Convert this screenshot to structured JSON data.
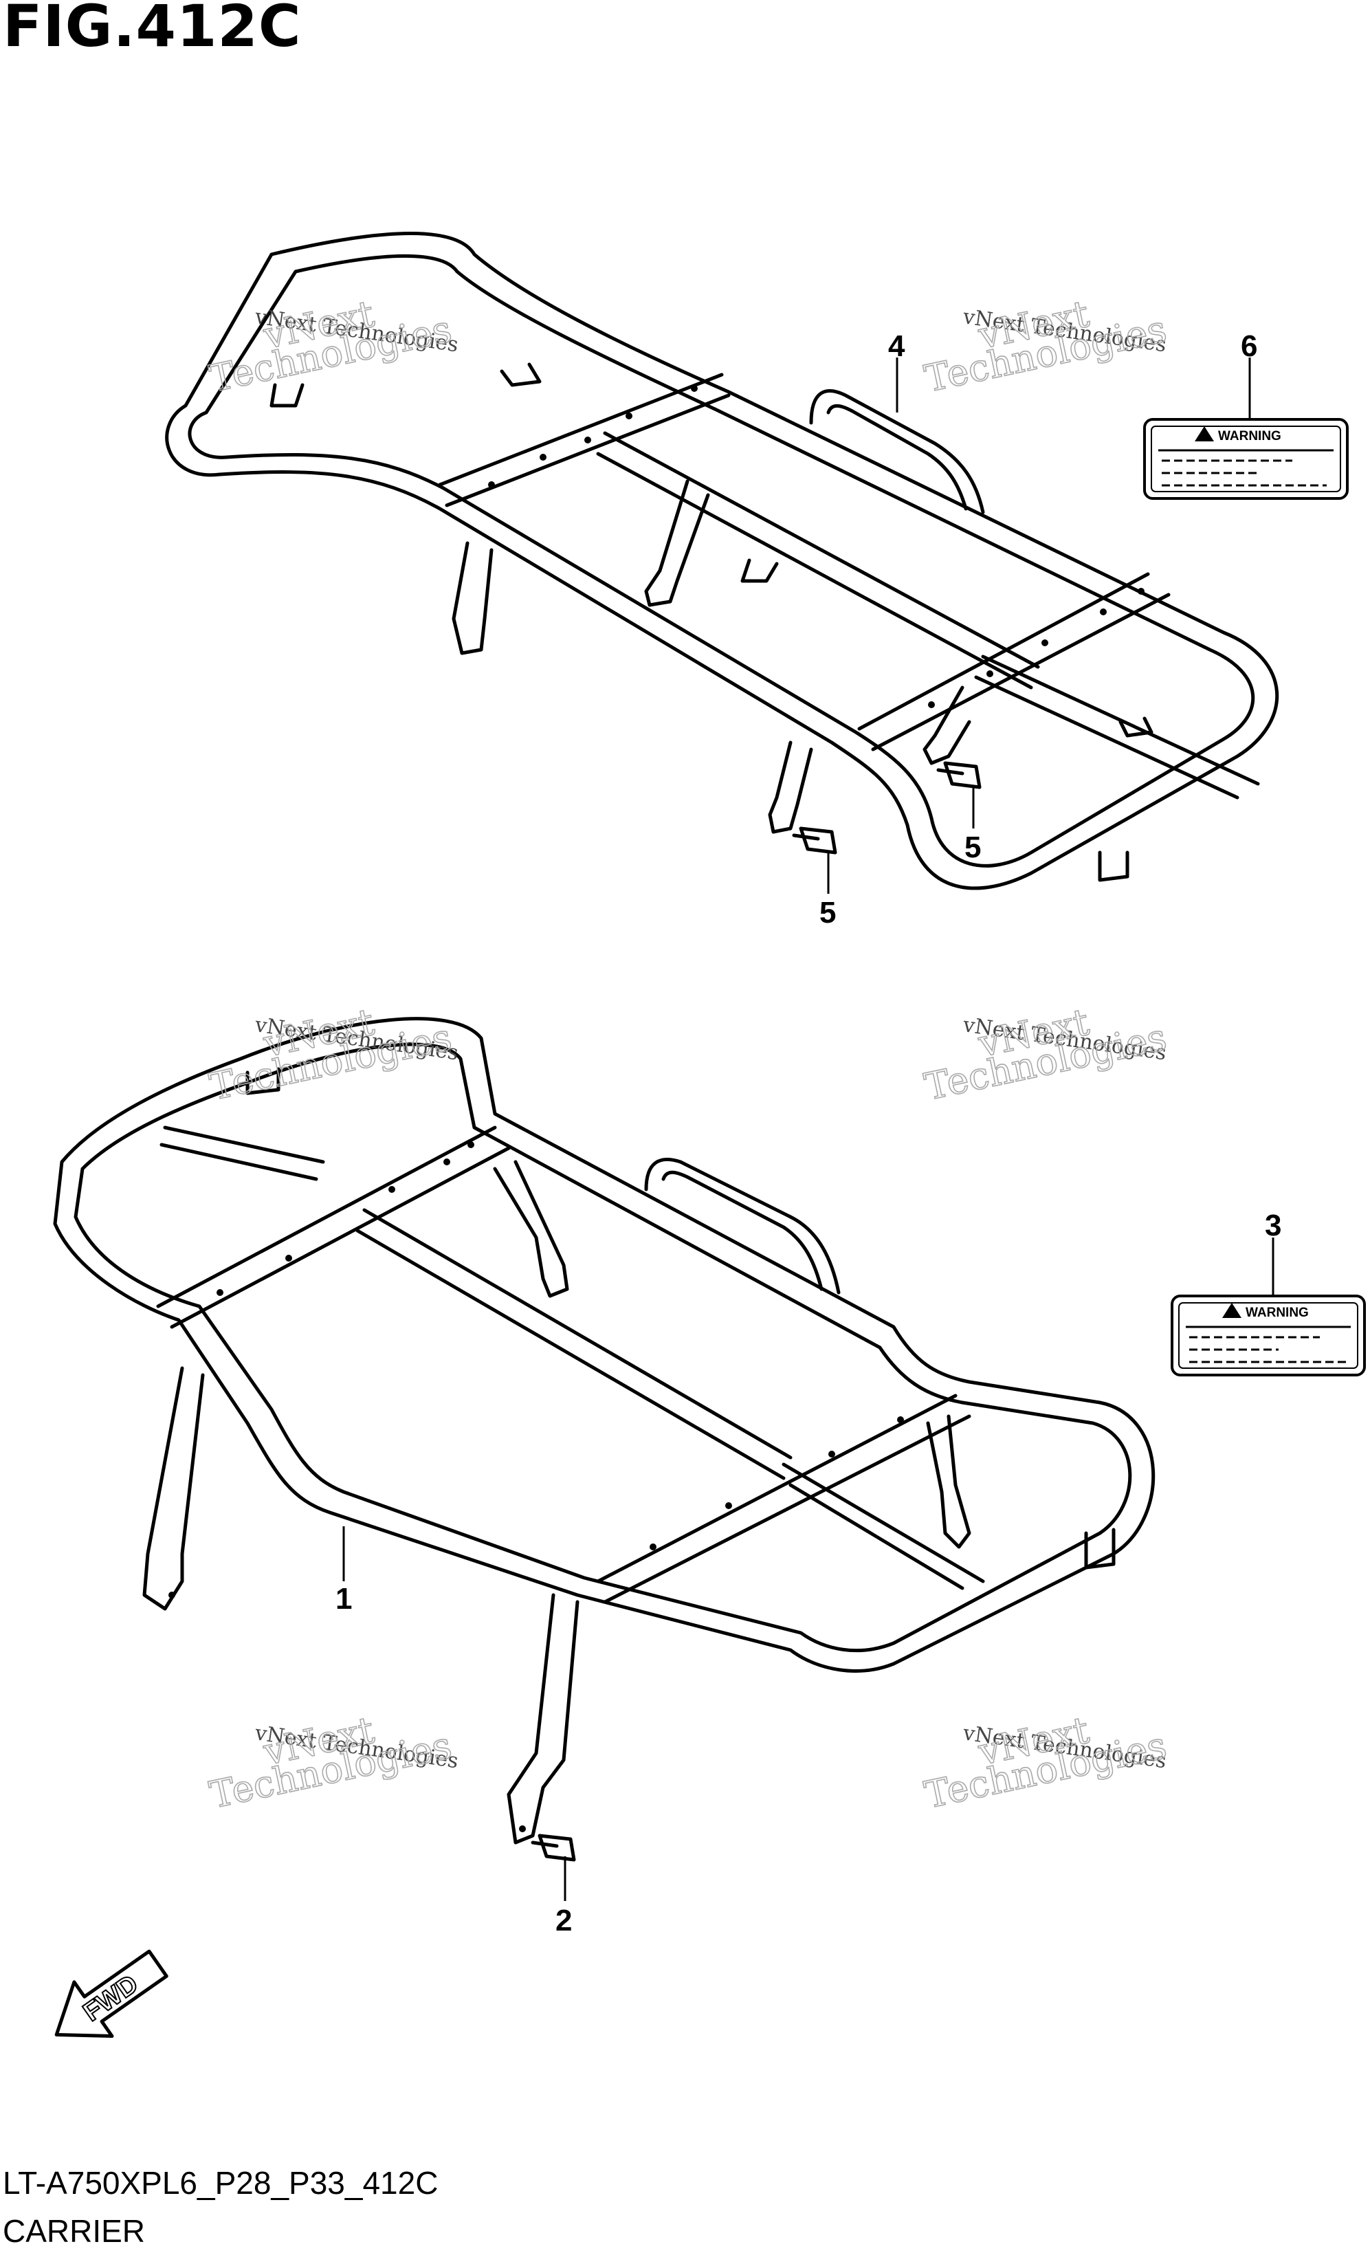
{
  "figure": {
    "title": "FIG.412C",
    "code": "LT-A750XPL6_P28_P33_412C",
    "name": "CARRIER"
  },
  "callouts": [
    {
      "id": "1"
    },
    {
      "id": "2"
    },
    {
      "id": "3"
    },
    {
      "id": "4"
    },
    {
      "id": "5"
    },
    {
      "id": "5b",
      "text": "5"
    },
    {
      "id": "6"
    }
  ],
  "warning_label": {
    "text": "WARNING",
    "icon": "warning-triangle-icon"
  },
  "watermark": {
    "line1": "vNext Technologies",
    "line2a": "vNext",
    "line2b": "Technologies"
  },
  "fwd_arrow": {
    "text": "FWD",
    "icon": "forward-arrow-icon"
  }
}
